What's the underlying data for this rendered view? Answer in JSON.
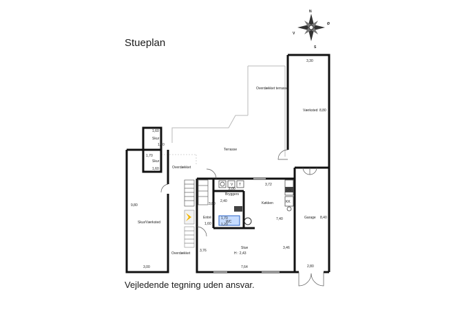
{
  "title": "Stueplan",
  "footer": "Vejledende tegning uden ansvar.",
  "compass": {
    "n": "N",
    "v": "V",
    "o": "Ø",
    "s": "S"
  },
  "rooms": {
    "terrasse_covered": "Overdækket terrasse",
    "vaerksted": "Værksted",
    "vaerksted_w": "3,30",
    "vaerksted_h": "8,80",
    "terrasse": "Terrasse",
    "skur_top": "Skur",
    "skur_top_w": "1,60",
    "skur_top_h": "1,70",
    "skur_mid": "Skur",
    "skur_mid_w": "1,70",
    "skur_mid_h": "1,60",
    "overdaekket_top": "Overdækket",
    "skur_vaerksted": "Skur/Værksted",
    "skur_vaerksted_h": "9,80",
    "skur_vaerksted_w": "3,00",
    "overdaekket_bottom": "Overdækket",
    "bryggers": "Bryggers",
    "bryggers_w": "2,40",
    "bryggers_h": "2,00",
    "vaskemaskine": "V",
    "torretumbler": "T",
    "koekken": "Køkken",
    "koekken_w": "3,72",
    "koekken_h": "7,40",
    "entre": "Entré",
    "entre_h": "3,80",
    "entre_w": "1,60",
    "wc": "WC",
    "wc_w": "1,70",
    "wc_h": "1,20",
    "stue": "Stue",
    "stue_height": "H : 2,43",
    "stue_w": "7,64",
    "stue_left": "3,76",
    "stue_right": "3,46",
    "garage": "Garage",
    "garage_h": "8,40",
    "garage_w": "2,80",
    "oven": "OV",
    "fridge": "KK"
  }
}
